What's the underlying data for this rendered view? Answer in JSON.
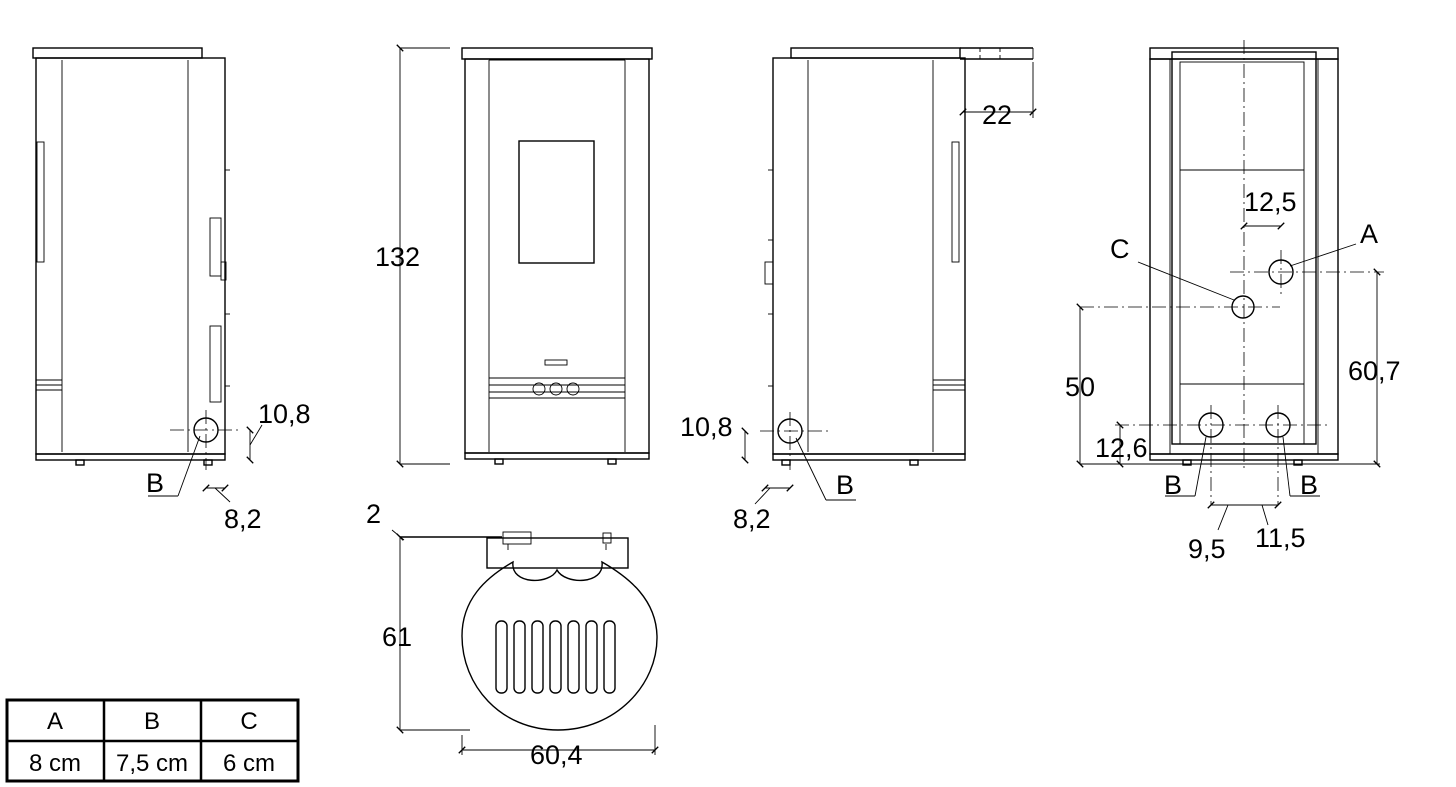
{
  "views": {
    "left_side": {
      "dim_height": "10,8",
      "dim_offset": "8,2",
      "port": "B"
    },
    "front": {
      "dim_total_height": "132"
    },
    "right_side": {
      "dim_flue": "22",
      "dim_height": "10,8",
      "dim_offset": "8,2",
      "port": "B"
    },
    "rear": {
      "port_a": "A",
      "port_c": "C",
      "port_b_left": "B",
      "port_b_right": "B",
      "dim_a_spacing": "12,5",
      "dim_c_height": "50",
      "dim_a_height": "60,7",
      "dim_b_height": "12,6",
      "dim_b_left": "9,5",
      "dim_b_right": "11,5"
    },
    "top": {
      "dim_gap": "2",
      "dim_depth": "61",
      "dim_width": "60,4"
    }
  },
  "legend": {
    "headers": [
      "A",
      "B",
      "C"
    ],
    "values": [
      "8 cm",
      "7,5 cm",
      "6 cm"
    ]
  }
}
